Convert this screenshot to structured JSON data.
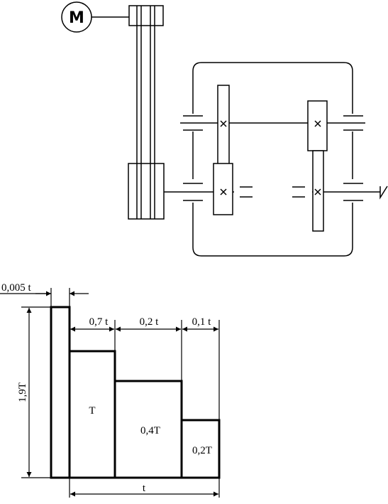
{
  "kinematic_scheme": {
    "motor_label": "M"
  },
  "load_diagram": {
    "dimensions": {
      "peak_duration": "0,005 t",
      "stage1_duration": "0,7 t",
      "stage2_duration": "0,2 t",
      "stage3_duration": "0,1 t",
      "total_duration": "t",
      "peak_torque": "1,9T"
    },
    "steps": [
      {
        "label": "T"
      },
      {
        "label": "0,4T"
      },
      {
        "label": "0,2T"
      }
    ]
  }
}
